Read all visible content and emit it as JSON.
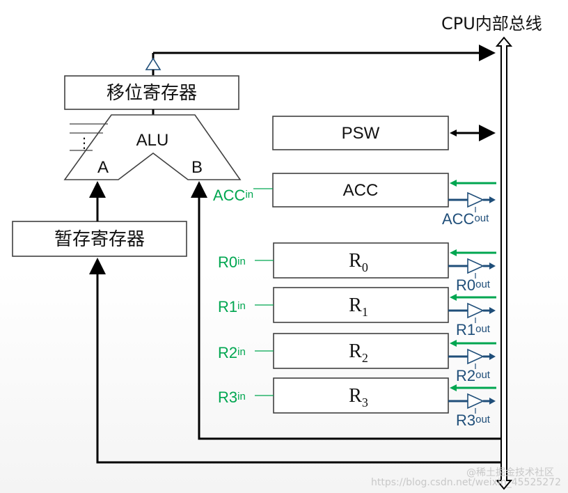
{
  "bus": {
    "title": "CPU内部总线"
  },
  "shift_register": {
    "label": "移位寄存器"
  },
  "temp_register": {
    "label": "暂存寄存器"
  },
  "alu": {
    "label": "ALU",
    "input_a": "A",
    "input_b": "B",
    "dots": "⋮"
  },
  "psw": {
    "label": "PSW"
  },
  "acc": {
    "label": "ACC",
    "in_base": "ACC",
    "in_sub": "in",
    "out_base": "ACC",
    "out_sub": "out"
  },
  "registers": [
    {
      "base": "R",
      "sub": "0",
      "in_base": "R0",
      "in_sub": "in",
      "out_base": "R0",
      "out_sub": "out"
    },
    {
      "base": "R",
      "sub": "1",
      "in_base": "R1",
      "in_sub": "in",
      "out_base": "R1",
      "out_sub": "out"
    },
    {
      "base": "R",
      "sub": "2",
      "in_base": "R2",
      "in_sub": "in",
      "out_base": "R2",
      "out_sub": "out"
    },
    {
      "base": "R",
      "sub": "3",
      "in_base": "R3",
      "in_sub": "in",
      "out_base": "R3",
      "out_sub": "out"
    }
  ],
  "watermark": {
    "line1": "@稀土掘金技术社区",
    "line2": "https://blog.csdn.net/weixin_45525272"
  },
  "colors": {
    "in_signal": "#00a650",
    "out_signal": "#1f4e79",
    "wire": "#000000"
  }
}
